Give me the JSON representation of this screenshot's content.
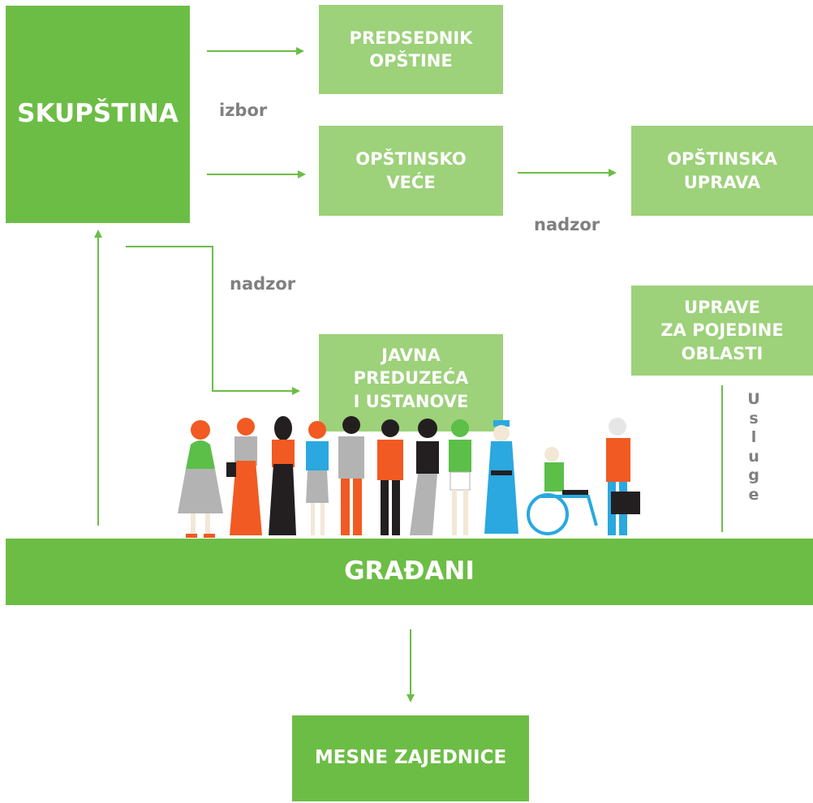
{
  "nodes": {
    "skupstina": "SKUPŠTINA",
    "predsednik": "PREDSEDNIK\nOPŠTINE",
    "opstinsko_vece": "OPŠTINSKO\nVEĆE",
    "opstinska_uprava": "OPŠTINSKA\nUPRAVA",
    "uprave": "UPRAVE\nZA POJEDINE\nOBLASTI",
    "javna_preduzeca": "JAVNA\nPREDUZEĆA\nI USTANOVE",
    "gradjani": "GRAĐANI",
    "mesne_zajednice": "MESNE ZAJEDNICE"
  },
  "edge_labels": {
    "izbor": "izbor",
    "nadzor_vece": "nadzor",
    "nadzor_javna": "nadzor",
    "usluge": "U\ns\nl\nu\ng\ne"
  },
  "edges": [
    {
      "from": "skupstina",
      "to": "predsednik",
      "label": "izbor"
    },
    {
      "from": "skupstina",
      "to": "opstinsko_vece",
      "label": "izbor"
    },
    {
      "from": "opstinsko_vece",
      "to": "opstinska_uprava",
      "label": "nadzor"
    },
    {
      "from": "skupstina",
      "to": "javna_preduzeca",
      "label": "nadzor"
    },
    {
      "from": "gradjani",
      "to": "skupstina",
      "label": ""
    },
    {
      "from": "gradjani",
      "to": "mesne_zajednice",
      "label": ""
    },
    {
      "from": "uprave",
      "to": "gradjani",
      "label": "Usluge"
    }
  ],
  "colors": {
    "dark_green": "#6cbd45",
    "light_green": "#9dd17a",
    "label_gray": "#808080",
    "person_orange": "#f15a22",
    "person_green": "#5bbf48",
    "person_blue": "#2aa8df",
    "person_gray": "#b3b3b3",
    "person_black": "#231f20"
  }
}
